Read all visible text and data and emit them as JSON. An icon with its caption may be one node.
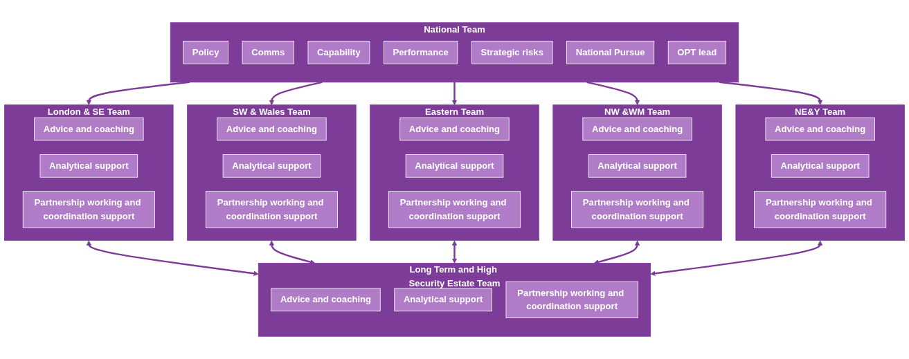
{
  "diagram": {
    "nodes": [
      {
        "text": [
          "National Team"
        ]
      },
      {
        "text": [
          "Policy"
        ],
        "in": 0
      },
      {
        "text": [
          "Comms"
        ],
        "in": 0
      },
      {
        "text": [
          "Capability"
        ],
        "in": 0
      },
      {
        "text": [
          "Performance"
        ],
        "in": 0
      },
      {
        "text": [
          "Strategic risks"
        ],
        "in": 0
      },
      {
        "text": [
          "National Pursue"
        ],
        "in": 0
      },
      {
        "text": [
          "OPT lead"
        ],
        "in": 0
      },
      {
        "text": [
          "London & SE Team"
        ]
      },
      {
        "text": [
          "Advice and coaching"
        ],
        "in": 8
      },
      {
        "text": [
          "Analytical support"
        ],
        "in": 8
      },
      {
        "text": [
          "Partnership working and coordination support"
        ],
        "in": 8
      },
      {
        "text": [
          "SW & Wales Team"
        ]
      },
      {
        "text": [
          "Advice and coaching"
        ],
        "in": 12
      },
      {
        "text": [
          "Analytical support"
        ],
        "in": 12
      },
      {
        "text": [
          "Partnership working and coordination support"
        ],
        "in": 12
      },
      {
        "text": [
          "Eastern Team"
        ]
      },
      {
        "text": [
          "Advice and coaching"
        ],
        "in": 16
      },
      {
        "text": [
          "Analytical support"
        ],
        "in": 16
      },
      {
        "text": [
          "Partnership working and coordination support"
        ],
        "in": 16
      },
      {
        "text": [
          "NW &WM Team"
        ]
      },
      {
        "text": [
          "Advice and coaching"
        ],
        "in": 20
      },
      {
        "text": [
          "Analytical support"
        ],
        "in": 20
      },
      {
        "text": [
          "Partnership working and coordination support"
        ],
        "in": 20
      },
      {
        "text": [
          "NE&Y Team"
        ]
      },
      {
        "text": [
          "Advice and coaching"
        ],
        "in": 24
      },
      {
        "text": [
          "Analytical support"
        ],
        "in": 24
      },
      {
        "text": [
          "Partnership working and coordination support"
        ],
        "in": 24
      },
      {
        "text": [
          "Long Term and High Security Estate Team"
        ]
      },
      {
        "text": [
          "Advice and coaching"
        ],
        "in": 28
      },
      {
        "text": [
          "Analytical support"
        ],
        "in": 28
      },
      {
        "text": [
          "Partnership working and coordination support"
        ],
        "in": 28
      }
    ],
    "edges": [
      {
        "from": 0,
        "to": 8,
        "arrow": "to"
      },
      {
        "from": 0,
        "to": 12,
        "arrow": "to"
      },
      {
        "from": 0,
        "to": 16,
        "arrow": "to"
      },
      {
        "from": 0,
        "to": 20,
        "arrow": "to"
      },
      {
        "from": 0,
        "to": 24,
        "arrow": "to"
      },
      {
        "from": 8,
        "to": 28,
        "arrow": "both"
      },
      {
        "from": 12,
        "to": 28,
        "arrow": "both"
      },
      {
        "from": 16,
        "to": 28,
        "arrow": "both"
      },
      {
        "from": 20,
        "to": 28,
        "arrow": "both"
      },
      {
        "from": 24,
        "to": 28,
        "arrow": "both"
      }
    ]
  }
}
